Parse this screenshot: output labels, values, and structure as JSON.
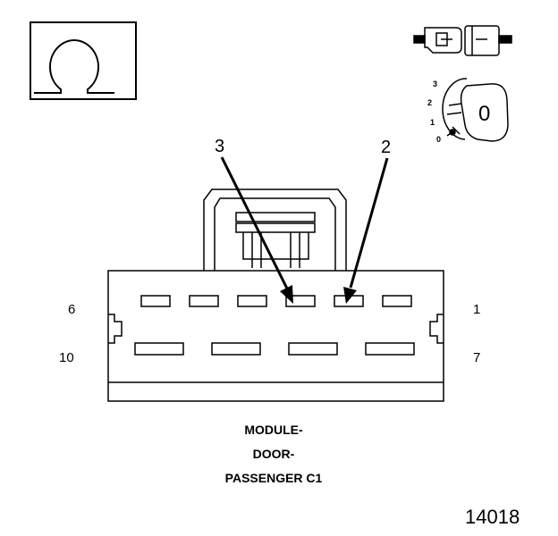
{
  "diagram": {
    "pin_labels": {
      "top_left": "6",
      "bottom_left": "10",
      "top_right": "1",
      "bottom_right": "7"
    },
    "callouts": [
      "3",
      "2"
    ],
    "caption_lines": [
      "MODULE-",
      "DOOR-",
      "PASSENGER C1"
    ],
    "figure_number": "14018",
    "key_positions": [
      "3",
      "2",
      "1",
      "0"
    ],
    "key_current_position": "0",
    "connector": {
      "top_row_terminal_count": 6,
      "bottom_row_terminal_count": 4
    }
  }
}
